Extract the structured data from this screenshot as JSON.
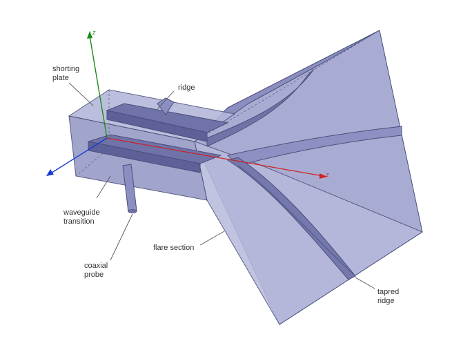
{
  "labels": {
    "shorting_plate_line1": "shorting",
    "shorting_plate_line2": "plate",
    "ridge": "ridge",
    "waveguide_line1": "waveguide",
    "waveguide_line2": "transition",
    "flare_section": "flare section",
    "coaxial_line1": "coaxial",
    "coaxial_line2": "probe",
    "tapred_line1": "tapred",
    "tapred_line2": "ridge"
  },
  "axes": {
    "z_vertical": "z",
    "z_horizontal": "z"
  },
  "colors": {
    "body_fill": "#9a9ec8",
    "body_dark": "#6f73a8",
    "body_light": "#c3c6e2",
    "edge": "#4a4f7a",
    "hidden_edge": "#5b5f8c",
    "axis_green": "#1a8a1a",
    "axis_red": "#d02020",
    "axis_blue": "#1a3ad8",
    "leader": "#555555"
  }
}
